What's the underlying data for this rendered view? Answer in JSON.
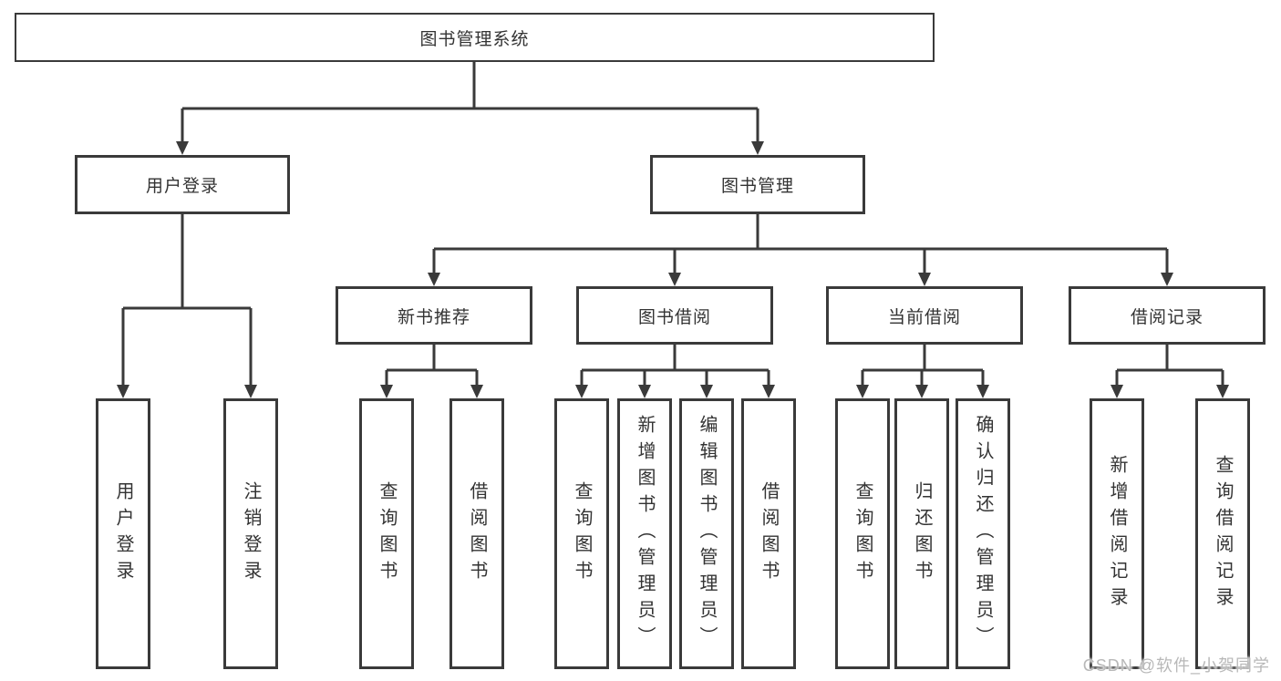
{
  "colors": {
    "line": "#3a3a3a",
    "border": "#3a3a3a",
    "text": "#333333",
    "background": "#ffffff",
    "watermark_text_color": "#b8b8b8"
  },
  "tree": {
    "root": {
      "label": "图书管理系统"
    },
    "branches": [
      {
        "label": "用户登录",
        "children": [
          {
            "label": "用户登录"
          },
          {
            "label": "注销登录"
          }
        ]
      },
      {
        "label": "图书管理",
        "children": [
          {
            "label": "新书推荐",
            "children": [
              {
                "label": "查询图书"
              },
              {
                "label": "借阅图书"
              }
            ]
          },
          {
            "label": "图书借阅",
            "children": [
              {
                "label": "查询图书"
              },
              {
                "label": "新增图书（管理员）"
              },
              {
                "label": "编辑图书（管理员）"
              },
              {
                "label": "借阅图书"
              }
            ]
          },
          {
            "label": "当前借阅",
            "children": [
              {
                "label": "查询图书"
              },
              {
                "label": "归还图书"
              },
              {
                "label": "确认归还（管理员）"
              }
            ]
          },
          {
            "label": "借阅记录",
            "children": [
              {
                "label": "新增借阅记录"
              },
              {
                "label": "查询借阅记录"
              }
            ]
          }
        ]
      }
    ]
  },
  "watermark": {
    "text": "CSDN @软件_小贺同学"
  }
}
